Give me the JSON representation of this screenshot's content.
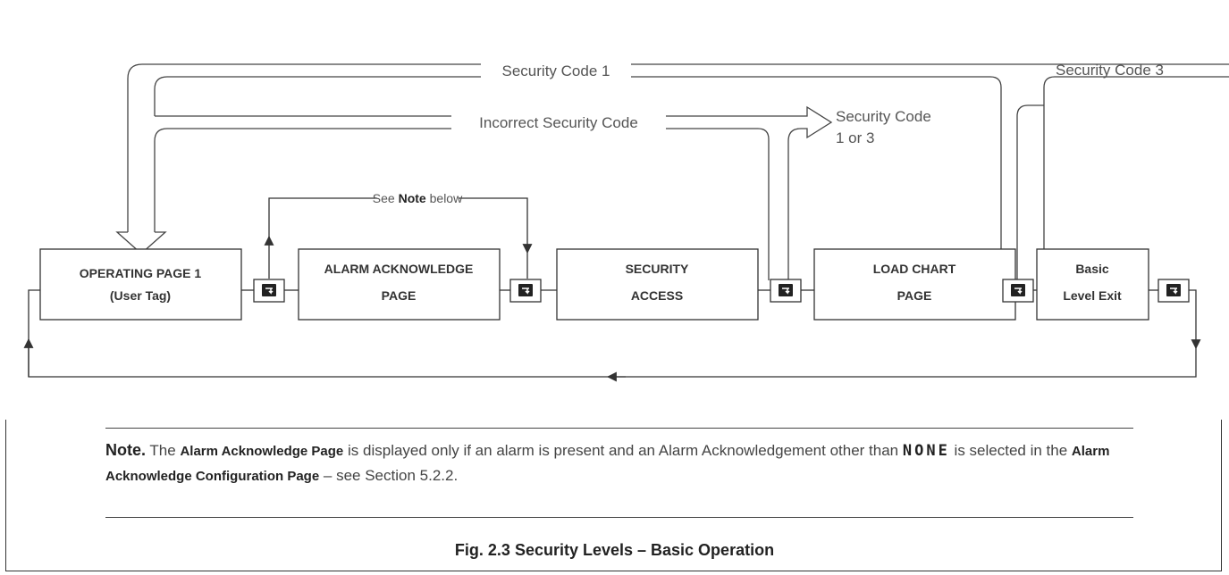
{
  "diagram": {
    "labels": {
      "security_code_1": "Security Code 1",
      "security_code_3": "Security Code 3",
      "incorrect_security_code": "Incorrect Security Code",
      "security_code_1_or_3_line1": "Security Code",
      "security_code_1_or_3_line2": "1 or 3",
      "see_note_prefix": "See ",
      "see_note_bold": "Note",
      "see_note_suffix": " below"
    },
    "boxes": [
      {
        "line1": "OPERATING PAGE 1",
        "line2": "(User Tag)"
      },
      {
        "line1": "ALARM ACKNOWLEDGE",
        "line2": "PAGE"
      },
      {
        "line1": "SECURITY",
        "line2": "ACCESS"
      },
      {
        "line1": "LOAD CHART",
        "line2": "PAGE"
      },
      {
        "line1": "Basic",
        "line2": "Level Exit"
      }
    ],
    "key_icon": "advance-key-icon"
  },
  "note": {
    "lead": "Note.",
    "t1": " The ",
    "b1": "Alarm Acknowledge Page",
    "t2": " is displayed only if an alarm is present and an Alarm Acknowledgement other than ",
    "mono": "NONE",
    "t3": " is selected in the ",
    "b2": "Alarm Acknowledge Configuration Page",
    "t4": " – see Section 5.2.2."
  },
  "caption": "Fig. 2.3 Security Levels – Basic Operation"
}
